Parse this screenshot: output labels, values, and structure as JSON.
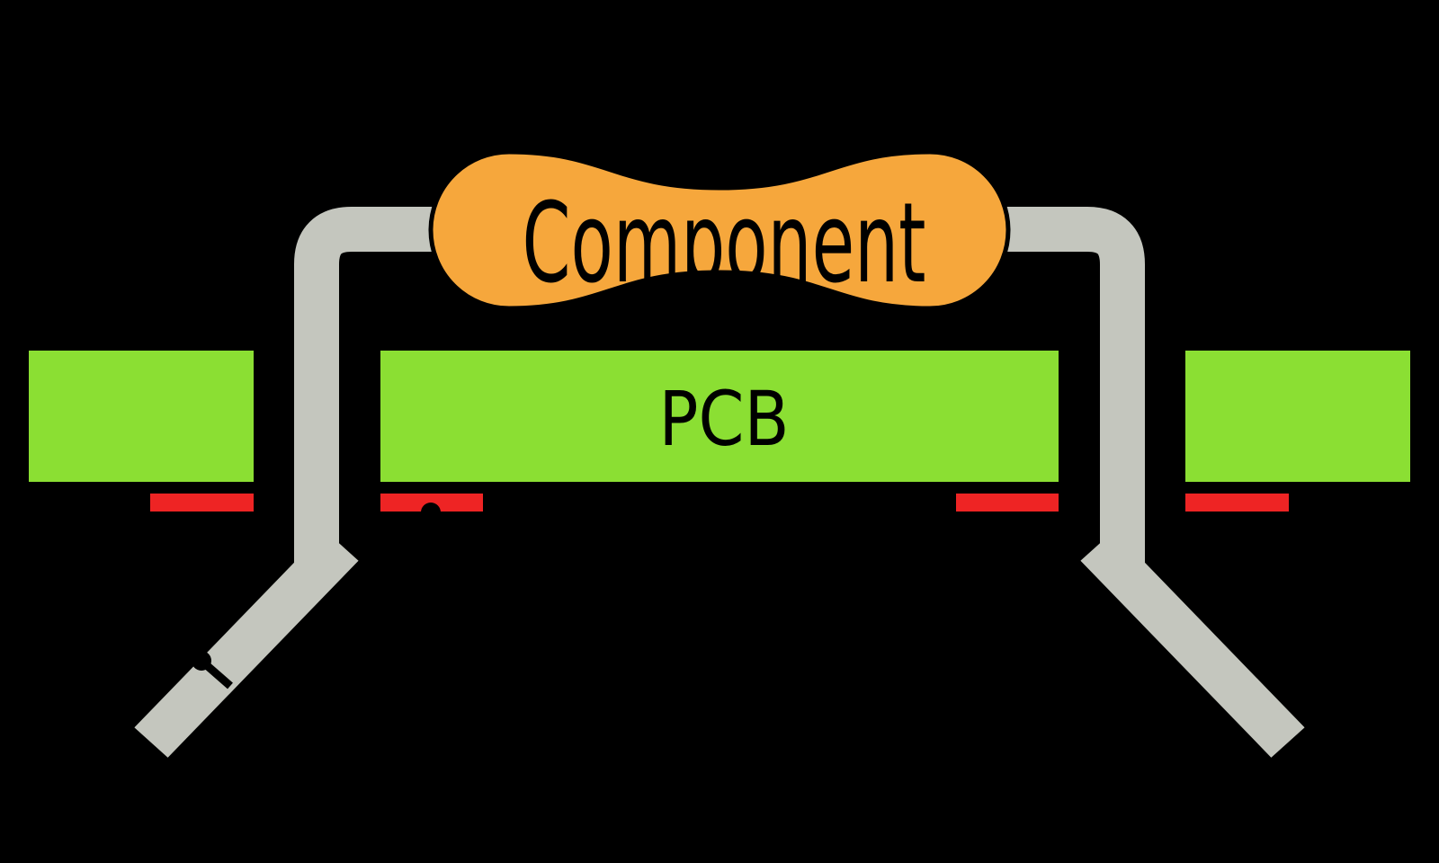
{
  "diagram": {
    "component_label": "Component",
    "pcb_label": "PCB",
    "description": "Through-hole component mounted on a PCB with clinched leads and bottom-side solder pads"
  },
  "colors": {
    "background": "#000000",
    "component_body": "#F6A73C",
    "component_outline": "#000000",
    "pcb_green": "#8BDF33",
    "pad_red": "#EE2424",
    "lead_gray": "#C4C6BE",
    "label_text": "#000000",
    "marker_black": "#000000"
  }
}
